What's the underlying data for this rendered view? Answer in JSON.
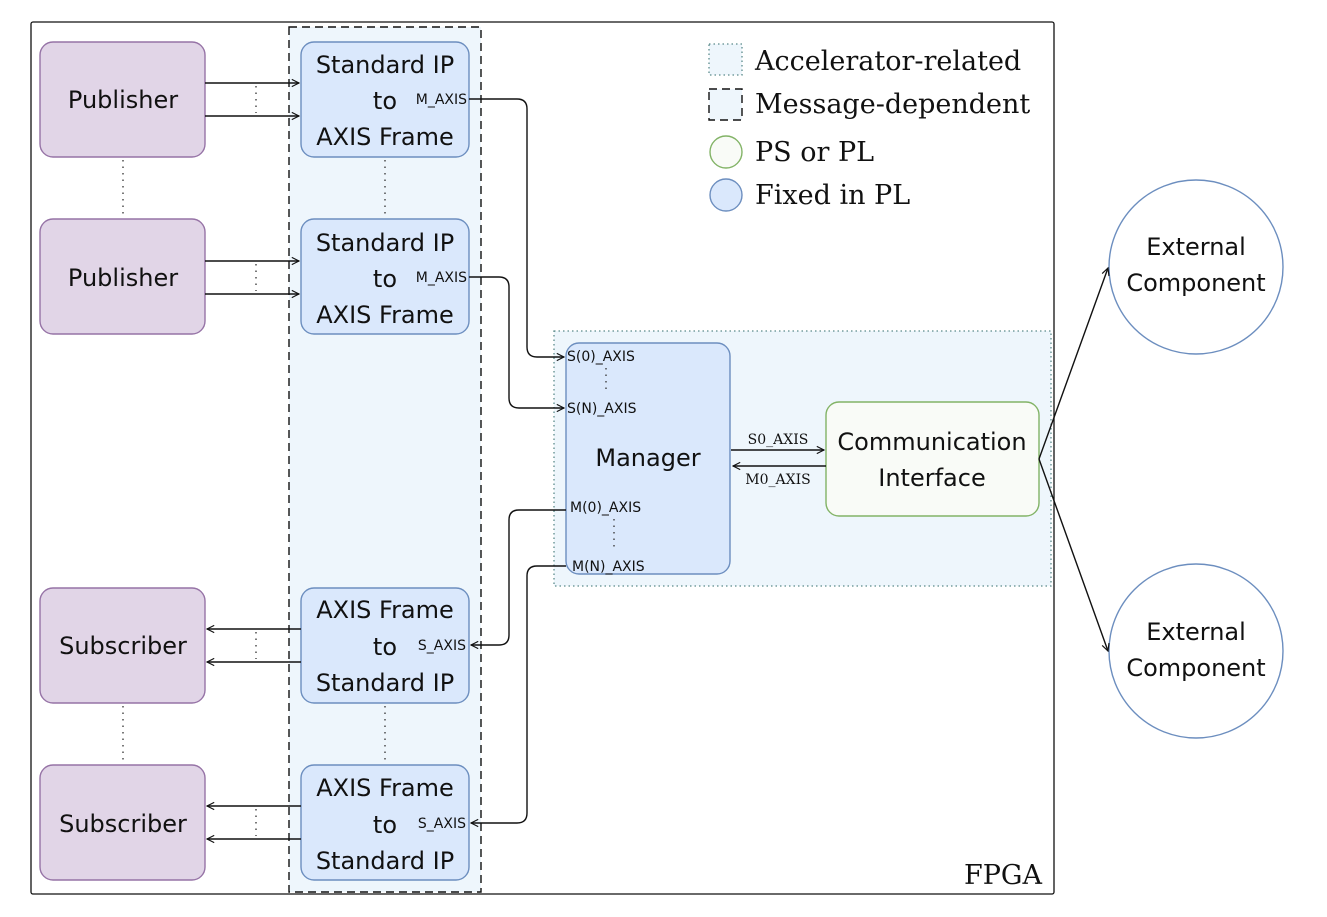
{
  "fpga_label": "FPGA",
  "publishers": [
    {
      "label": "Publisher"
    },
    {
      "label": "Publisher"
    }
  ],
  "subscribers": [
    {
      "label": "Subscriber"
    },
    {
      "label": "Subscriber"
    }
  ],
  "ip_to_axis": [
    {
      "line1": "Standard IP",
      "line2": "to",
      "line3": "AXIS Frame",
      "port": "M_AXIS"
    },
    {
      "line1": "Standard IP",
      "line2": "to",
      "line3": "AXIS Frame",
      "port": "M_AXIS"
    }
  ],
  "axis_to_ip": [
    {
      "line1": "AXIS Frame",
      "line2": "to",
      "line3": "Standard IP",
      "port": "S_AXIS"
    },
    {
      "line1": "AXIS Frame",
      "line2": "to",
      "line3": "Standard IP",
      "port": "S_AXIS"
    }
  ],
  "manager": {
    "label": "Manager",
    "port_s0": "S(0)_AXIS",
    "port_sn": "S(N)_AXIS",
    "port_m0": "M(0)_AXIS",
    "port_mn": "M(N)_AXIS"
  },
  "comm": {
    "line1": "Communication",
    "line2": "Interface",
    "link_out": "S0_AXIS",
    "link_in": "M0_AXIS"
  },
  "external": [
    {
      "line1": "External",
      "line2": "Component"
    },
    {
      "line1": "External",
      "line2": "Component"
    }
  ],
  "legend": [
    {
      "label": "Accelerator-related"
    },
    {
      "label": "Message-dependent"
    },
    {
      "label": "PS or PL"
    },
    {
      "label": "Fixed in PL"
    }
  ],
  "colors": {
    "publisher_fill": "#e1d5e7",
    "publisher_stroke": "#9673a6",
    "fixed_fill": "#dae8fc",
    "fixed_stroke": "#6c8ebf",
    "pspl_fill": "#f9fbf7",
    "pspl_stroke": "#82b366",
    "accel_fill": "#eef6fc",
    "external_stroke": "#6c8ebf"
  }
}
